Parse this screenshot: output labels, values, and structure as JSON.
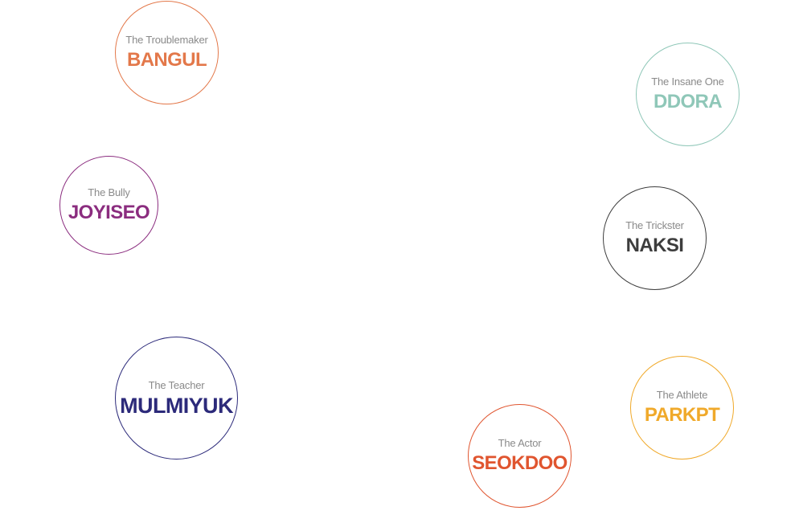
{
  "characters": [
    {
      "id": "bangul",
      "role": "The Troublemaker",
      "name": "BANGUL",
      "color": "#e3784a"
    },
    {
      "id": "ddora",
      "role": "The Insane One",
      "name": "DDORA",
      "color": "#8fc7b8"
    },
    {
      "id": "joyiseo",
      "role": "The Bully",
      "name": "JOYISEO",
      "color": "#8b2d7f"
    },
    {
      "id": "naksi",
      "role": "The Trickster",
      "name": "NAKSI",
      "color": "#3d3d3d"
    },
    {
      "id": "mulmiyuk",
      "role": "The Teacher",
      "name": "MULMIYUK",
      "color": "#2c2a7a"
    },
    {
      "id": "parkpt",
      "role": "The Athlete",
      "name": "PARKPT",
      "color": "#f0a92a"
    },
    {
      "id": "seokdoo",
      "role": "The Actor",
      "name": "SEOKDOO",
      "color": "#e0552f"
    }
  ]
}
